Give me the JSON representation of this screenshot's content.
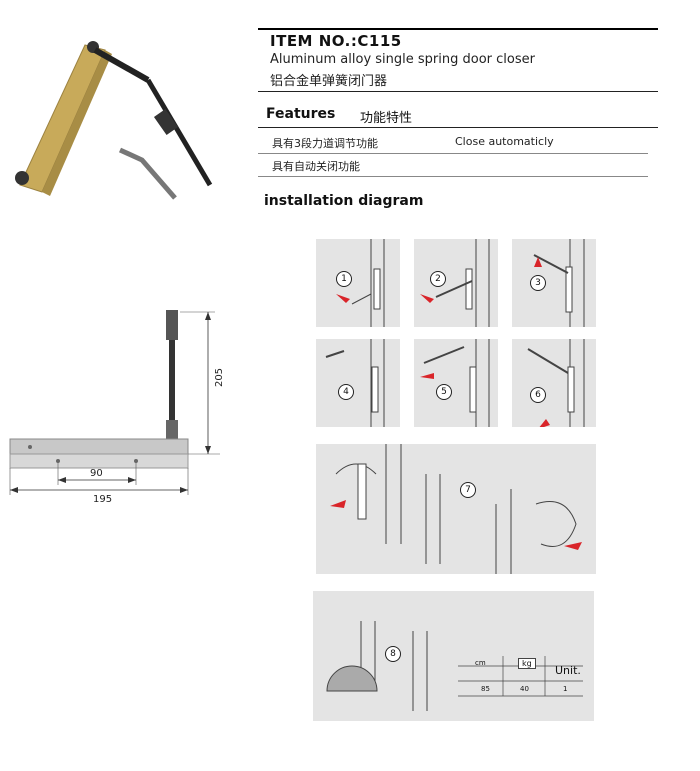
{
  "header": {
    "item_no": "ITEM NO.:C115",
    "name_en": "Aluminum alloy single spring door closer",
    "name_cn": "铝合金单弹簧闭门器"
  },
  "features": {
    "title_en": "Features",
    "title_cn": "功能特性",
    "row1_cn": "具有3段力道调节功能",
    "row1_en": "Close automaticly",
    "row2_cn": "具有自动关闭功能"
  },
  "installation": {
    "title": "installation diagram",
    "steps": [
      "1",
      "2",
      "3",
      "4",
      "5",
      "6",
      "7",
      "8"
    ]
  },
  "dimension_drawing": {
    "height": "205",
    "inner_width": "90",
    "total_width": "195"
  },
  "spec_table": {
    "headers": [
      "cm",
      "kg",
      "Unit."
    ],
    "values": [
      "85",
      "40",
      "1"
    ]
  },
  "colors": {
    "gold": "#c8aa5a",
    "panel": "#e4e4e4",
    "arrow": "#d9252a"
  }
}
